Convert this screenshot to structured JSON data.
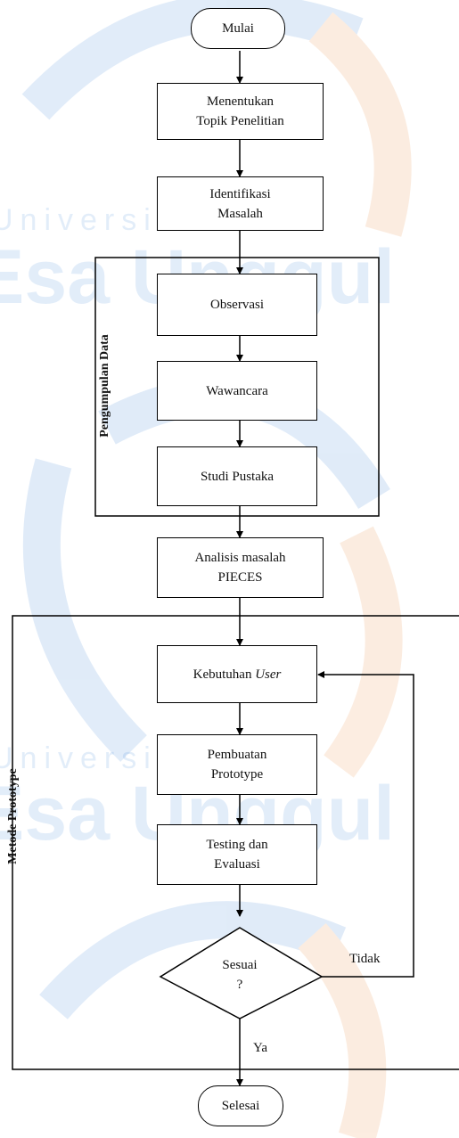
{
  "watermark": {
    "word1": "Universitas",
    "word2": "Esa Unggul"
  },
  "nodes": {
    "start": "Mulai",
    "topic": "Menentukan\nTopik Penelitian",
    "identify": "Identifikasi\nMasalah",
    "observe": "Observasi",
    "interview": "Wawancara",
    "literature": "Studi Pustaka",
    "analysis": "Analisis masalah\nPIECES",
    "needs_prefix": "Kebutuhan ",
    "needs_italic": "User",
    "build": "Pembuatan\nPrototype",
    "testing": "Testing dan\nEvaluasi",
    "decision": "Sesuai\n?",
    "end": "Selesai"
  },
  "groups": {
    "data_collection": "Pengumpulan Data",
    "prototype_method": "Metode Prototype"
  },
  "edges": {
    "no": "Tidak",
    "yes": "Ya"
  }
}
